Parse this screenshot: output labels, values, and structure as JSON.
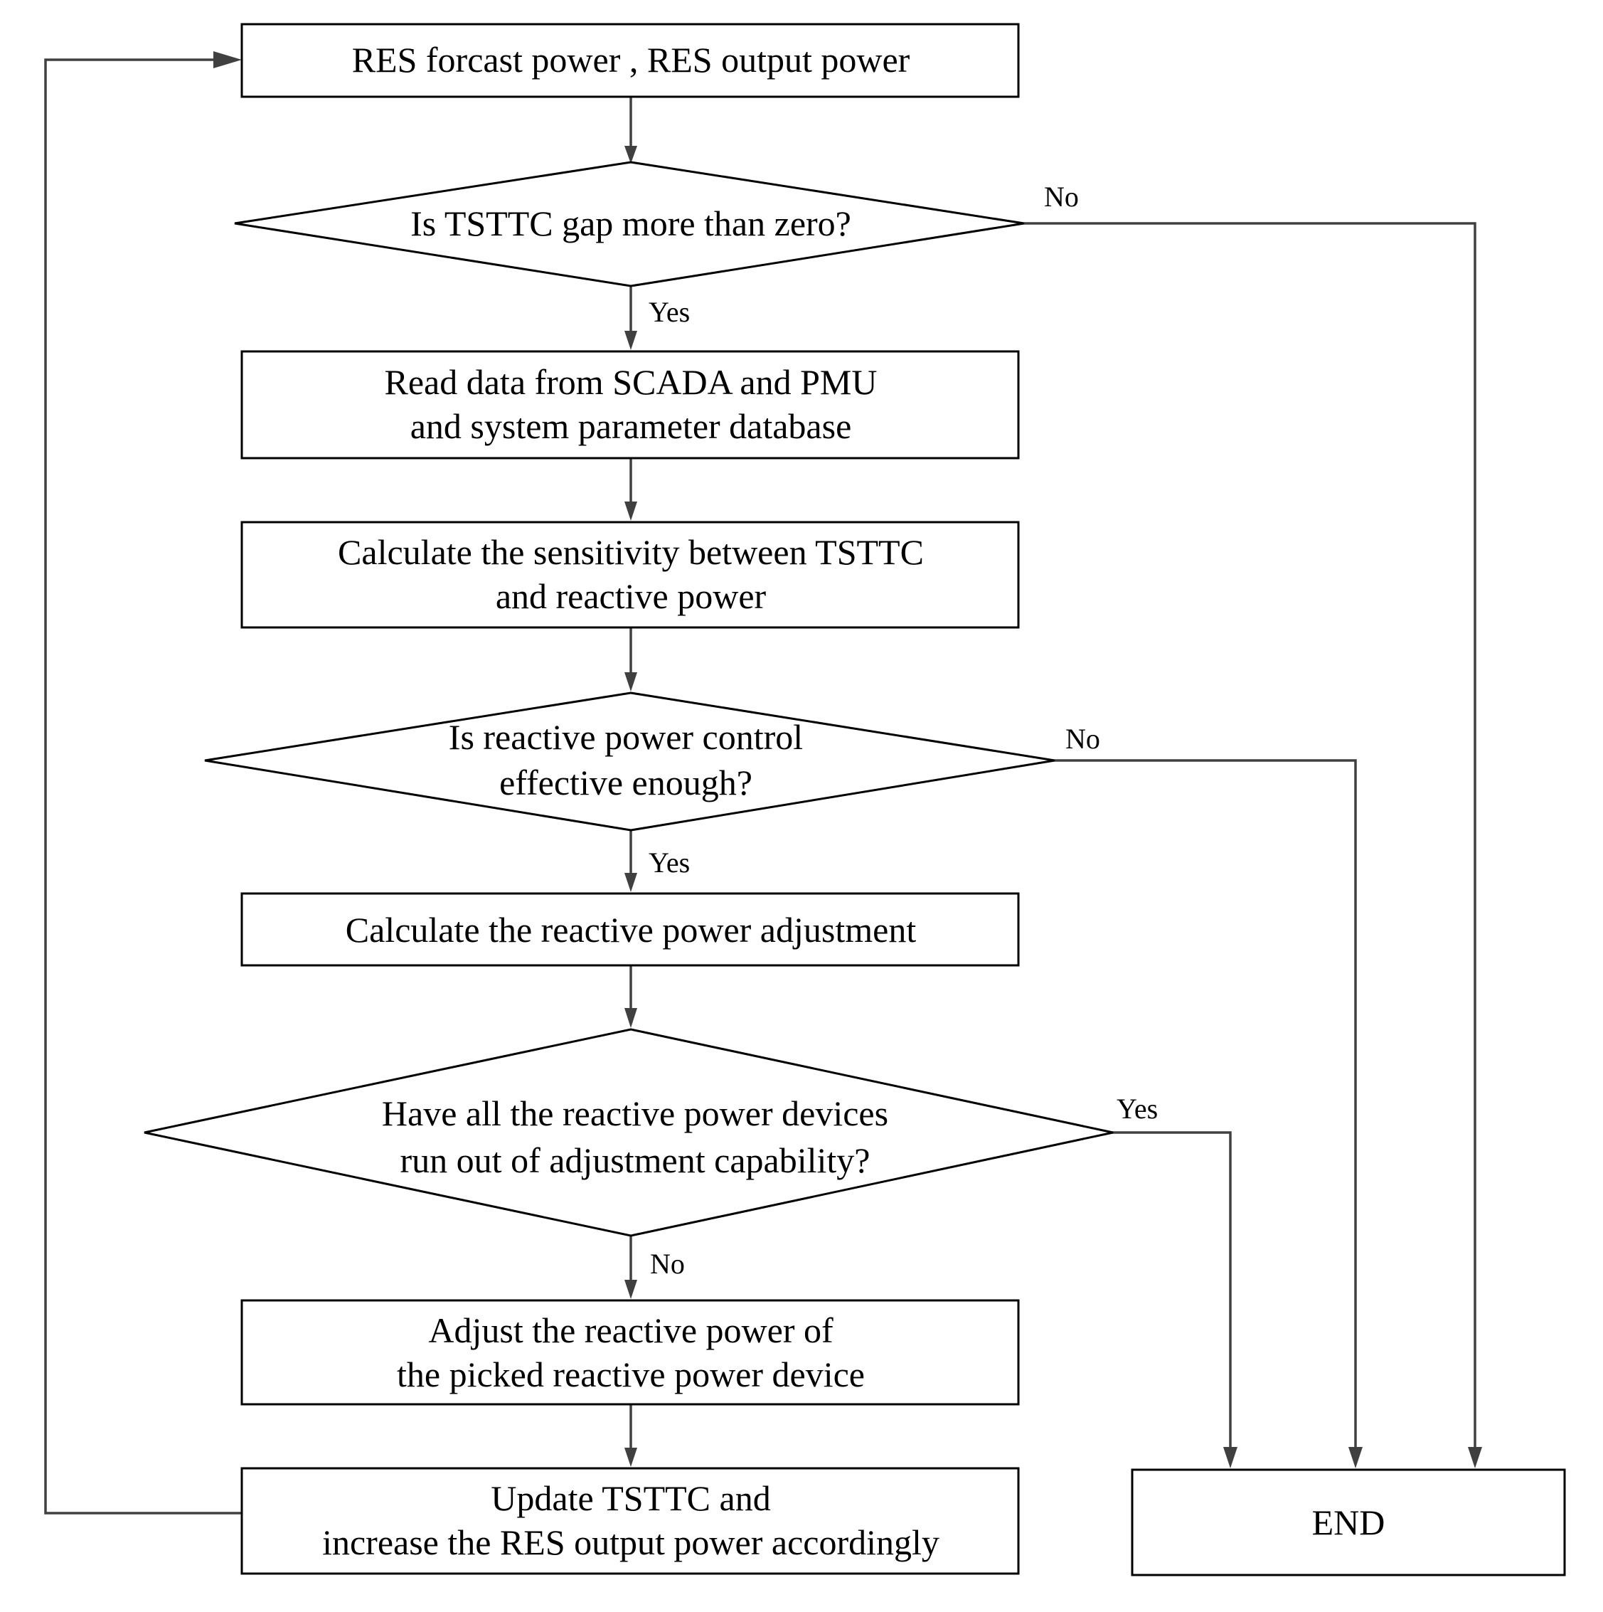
{
  "nodes": {
    "res_power": {
      "lines": [
        "RES forcast power , RES output power"
      ]
    },
    "tsttc_gap": {
      "lines": [
        "Is TSTTC gap more than zero?"
      ]
    },
    "read_data": {
      "lines": [
        "Read data from SCADA and PMU",
        "and system parameter database"
      ]
    },
    "calc_sensitivity": {
      "lines": [
        "Calculate the sensitivity between TSTTC",
        "and reactive power"
      ]
    },
    "control_effective": {
      "lines": [
        "Is reactive power control",
        "effective enough?"
      ]
    },
    "calc_adjustment": {
      "lines": [
        "Calculate the reactive power adjustment"
      ]
    },
    "devices_capability": {
      "lines": [
        "Have all the reactive power devices",
        "run out of adjustment capability?"
      ]
    },
    "adjust_device": {
      "lines": [
        "Adjust the reactive power of",
        "the picked reactive power device"
      ]
    },
    "update_tsttc": {
      "lines": [
        "Update TSTTC and",
        "increase the RES output power accordingly"
      ]
    },
    "end": {
      "lines": [
        "END"
      ]
    }
  },
  "edge_labels": {
    "tsttc_gap_no": "No",
    "tsttc_gap_yes": "Yes",
    "control_effective_no": "No",
    "control_effective_yes": "Yes",
    "devices_capability_yes": "Yes",
    "devices_capability_no": "No"
  }
}
